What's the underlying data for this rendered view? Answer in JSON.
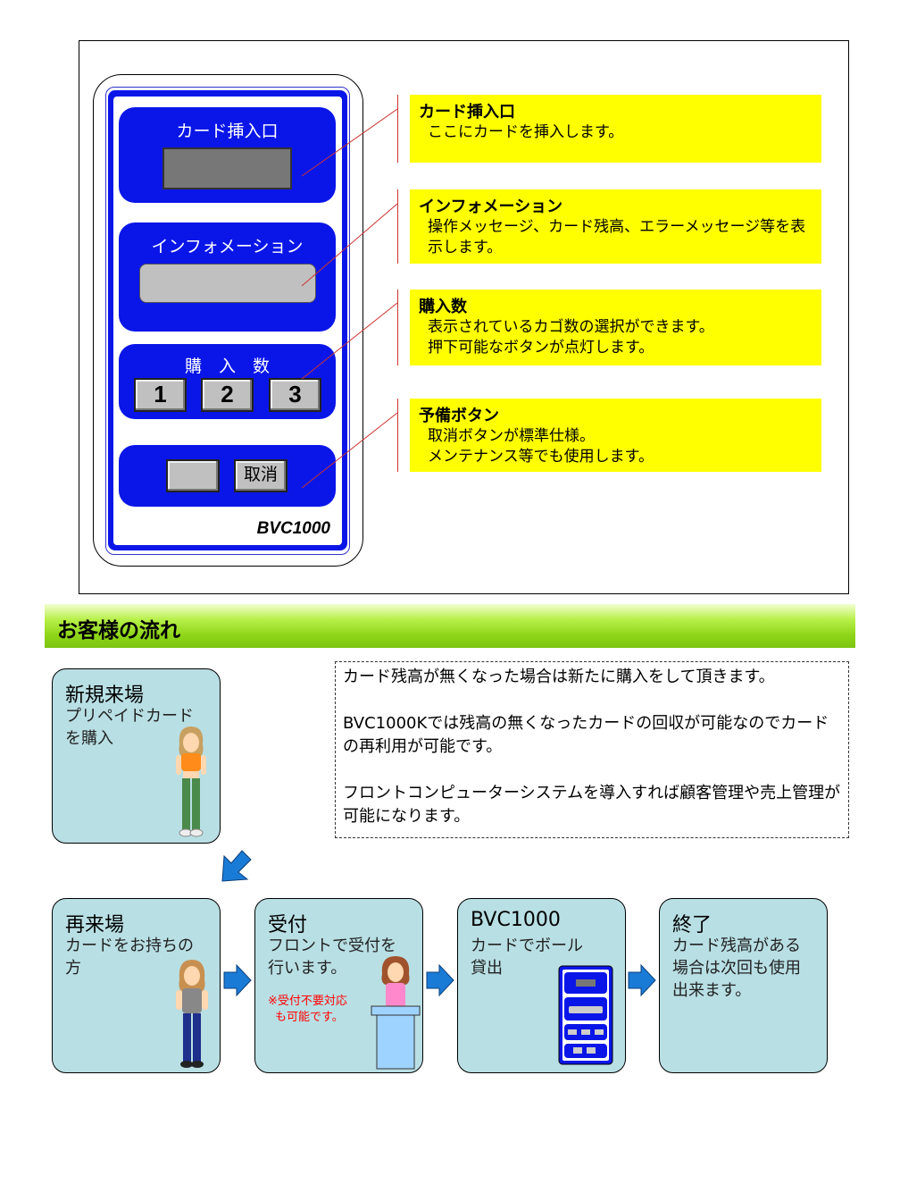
{
  "device": {
    "sections": {
      "card_slot_label": "カード挿入口",
      "info_label": "インフォメーション",
      "qty_label": "購　入　数"
    },
    "qty_buttons": [
      "1",
      "2",
      "3"
    ],
    "spare_button": "",
    "cancel_button": "取消",
    "model": "BVC1000"
  },
  "callouts": [
    {
      "title": "カード挿入口",
      "body": "ここにカードを挿入します。"
    },
    {
      "title": "インフォメーション",
      "body": "操作メッセージ、カード残高、エラーメッセージ等を表示します。"
    },
    {
      "title": "購入数",
      "body1": "表示されているカゴ数の選択ができます。",
      "body2": "押下可能なボタンが点灯します。"
    },
    {
      "title": "予備ボタン",
      "body1": "取消ボタンが標準仕様。",
      "body2": "メンテナンス等でも使用します。"
    }
  ],
  "flow": {
    "header": "お客様の流れ",
    "new_visit": {
      "title": "新規来場",
      "desc": "プリペイドカードを購入"
    },
    "return_visit": {
      "title": "再来場",
      "desc": "カードをお持ちの方"
    },
    "reception": {
      "title": "受付",
      "desc": "フロントで受付を行います。",
      "note1": "※受付不要対応",
      "note2": "も可能です。"
    },
    "bvc": {
      "title": "BVC1000",
      "desc": "カードでボール貸出"
    },
    "end": {
      "title": "終了",
      "desc": "カード残高がある場合は次回も使用出来ます。"
    }
  },
  "note": {
    "line1": "カード残高が無くなった場合は新たに購入をして頂きます。",
    "line2": "BVC1000Kでは残高の無くなったカードの回収が可能なのでカードの再利用が可能です。",
    "line3": "フロントコンピューターシステムを導入すれば顧客管理や売上管理が可能になります。"
  },
  "colors": {
    "device_blue": "#0a16e8",
    "callout_yellow": "#ffff00",
    "flow_box": "#b8dfe4",
    "arrow_blue": "#1a7bd6",
    "header_green": "#8fd61a"
  }
}
